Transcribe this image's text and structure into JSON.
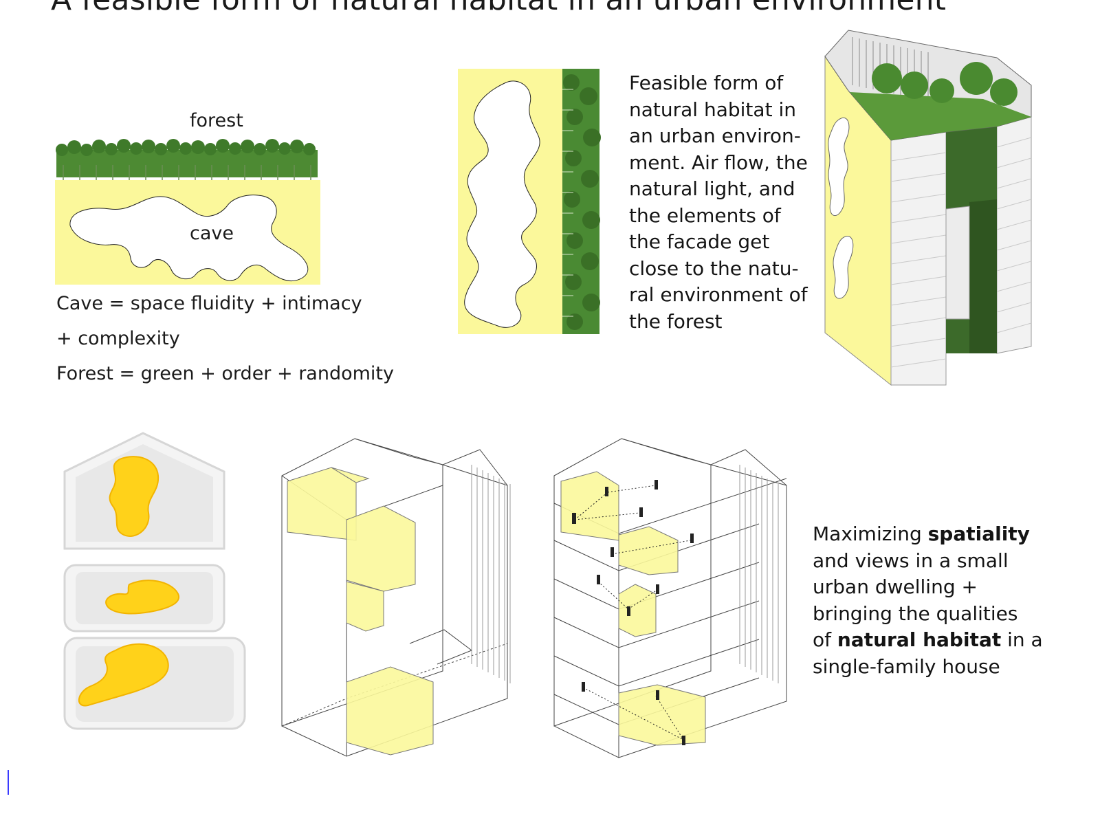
{
  "page": {
    "title": "A feasible form of natural habitat in an urban environment"
  },
  "diagram_cave_forest": {
    "forest_label": "forest",
    "cave_label": "cave",
    "equation_1": "Cave = space fluidity + intimacy",
    "equation_2": "+ complexity",
    "equation_3": "Forest = green + order + randomity"
  },
  "description_1": {
    "lines": [
      "Feasible form of",
      "natural habitat in",
      "an urban environ-",
      "ment. Air flow, the",
      "natural light, and",
      "the elements of",
      "the facade get",
      "close to the natu-",
      "ral environment of",
      "the forest"
    ]
  },
  "description_2": {
    "line_1_a": "Maximizing ",
    "line_1_b": "spatiality",
    "line_2": "and views in a small",
    "line_3": "urban dwelling +",
    "line_4": "bringing the qualities",
    "line_5_a": "of ",
    "line_5_b": "natural habitat",
    "line_5_c": " in a",
    "line_6": "single-family house"
  },
  "colors": {
    "accent_yellow": "#fbf89b",
    "forest_green": "#3f7a2a",
    "line": "#333333"
  }
}
